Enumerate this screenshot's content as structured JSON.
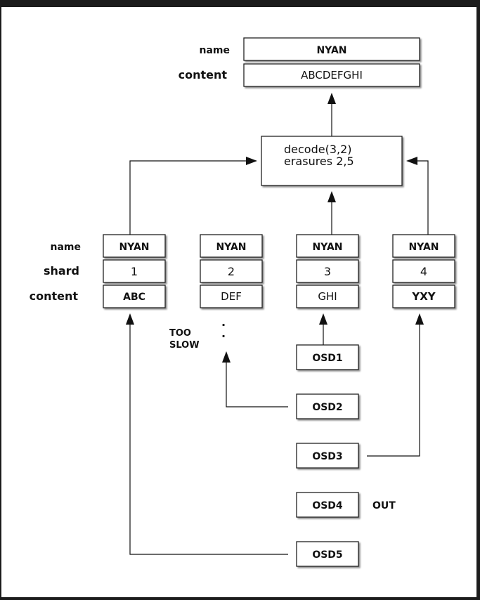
{
  "top": {
    "name_label": "name",
    "content_label": "content",
    "name_value": "NYAN",
    "content_value": "ABCDEFGHI"
  },
  "decode": {
    "line1": "decode(3,2)",
    "line2": "erasures 2,5"
  },
  "row_labels": {
    "name": "name",
    "shard": "shard",
    "content": "content"
  },
  "shards": [
    {
      "name": "NYAN",
      "shard": "1",
      "content": "ABC"
    },
    {
      "name": "NYAN",
      "shard": "2",
      "content": "DEF"
    },
    {
      "name": "NYAN",
      "shard": "3",
      "content": "GHI"
    },
    {
      "name": "NYAN",
      "shard": "4",
      "content": "YXY"
    }
  ],
  "too_slow": [
    "TOO",
    "SLOW"
  ],
  "dots": ".",
  "osds": [
    {
      "label": "OSD1"
    },
    {
      "label": "OSD2"
    },
    {
      "label": "OSD3"
    },
    {
      "label": "OSD4",
      "note": "OUT"
    },
    {
      "label": "OSD5"
    }
  ]
}
